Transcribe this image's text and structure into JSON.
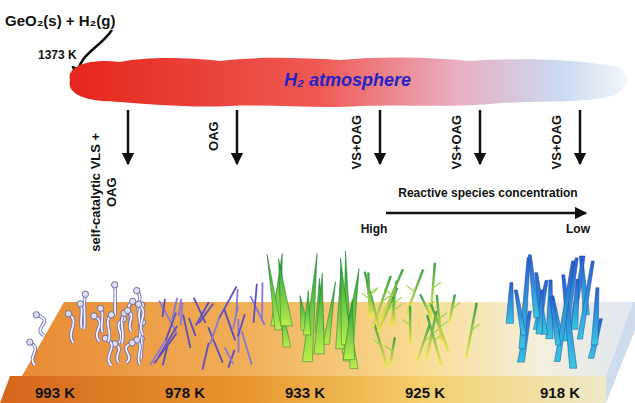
{
  "diagram": {
    "nodes": [
      {
        "text": [
          "H₂ atmosphere"
        ]
      },
      {
        "text": [
          "993 K",
          "978 K",
          "933 K",
          "925 K",
          "918 K"
        ]
      }
    ],
    "edges": [
      {
        "from": 0,
        "to": 1,
        "arrow": "to",
        "label": "self-catalytic VLS + OAG"
      },
      {
        "from": 0,
        "to": 1,
        "arrow": "to",
        "label": "OAG"
      },
      {
        "from": 0,
        "to": 1,
        "arrow": "to",
        "label": "VS+OAG"
      },
      {
        "from": 0,
        "to": 1,
        "arrow": "to",
        "label": "VS+OAG"
      },
      {
        "from": 0,
        "to": 1,
        "arrow": "to",
        "label": "VS+OAG"
      }
    ],
    "labels": [
      "GeO₂(s) + H₂(g)",
      "1373 K",
      "Reactive species concentration",
      "High",
      "Low"
    ]
  }
}
